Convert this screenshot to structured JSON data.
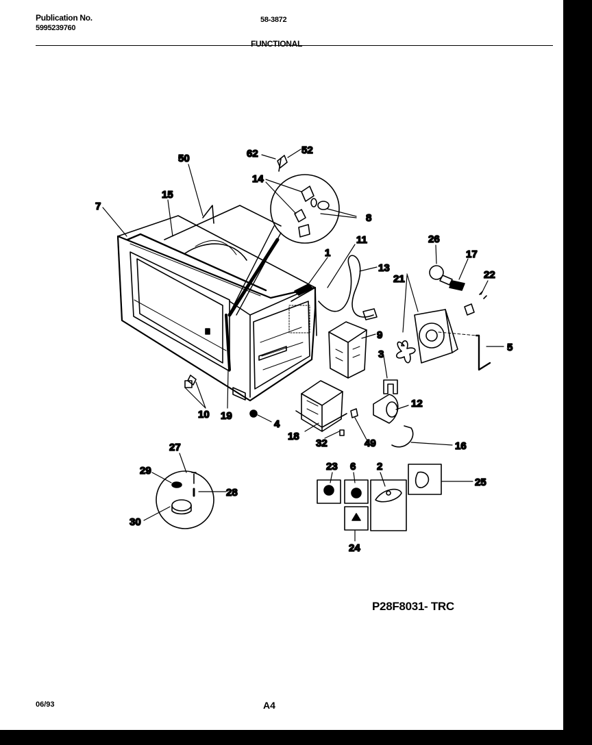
{
  "header": {
    "publication_label": "Publication No.",
    "publication_number": "5995239760",
    "model_number": "58-3872",
    "section_title": "FUNCTIONAL"
  },
  "callouts": [
    "62",
    "52",
    "50",
    "14",
    "8",
    "15",
    "7",
    "1",
    "11",
    "13",
    "26",
    "17",
    "21",
    "22",
    "9",
    "5",
    "3",
    "12",
    "10",
    "19",
    "4",
    "18",
    "32",
    "49",
    "16",
    "27",
    "29",
    "28",
    "30",
    "23",
    "6",
    "2",
    "25",
    "24"
  ],
  "footer": {
    "model_code": "P28F8031- TRC",
    "date": "06/93",
    "page": "A4"
  },
  "colors": {
    "ink": "#000000",
    "paper": "#ffffff"
  }
}
